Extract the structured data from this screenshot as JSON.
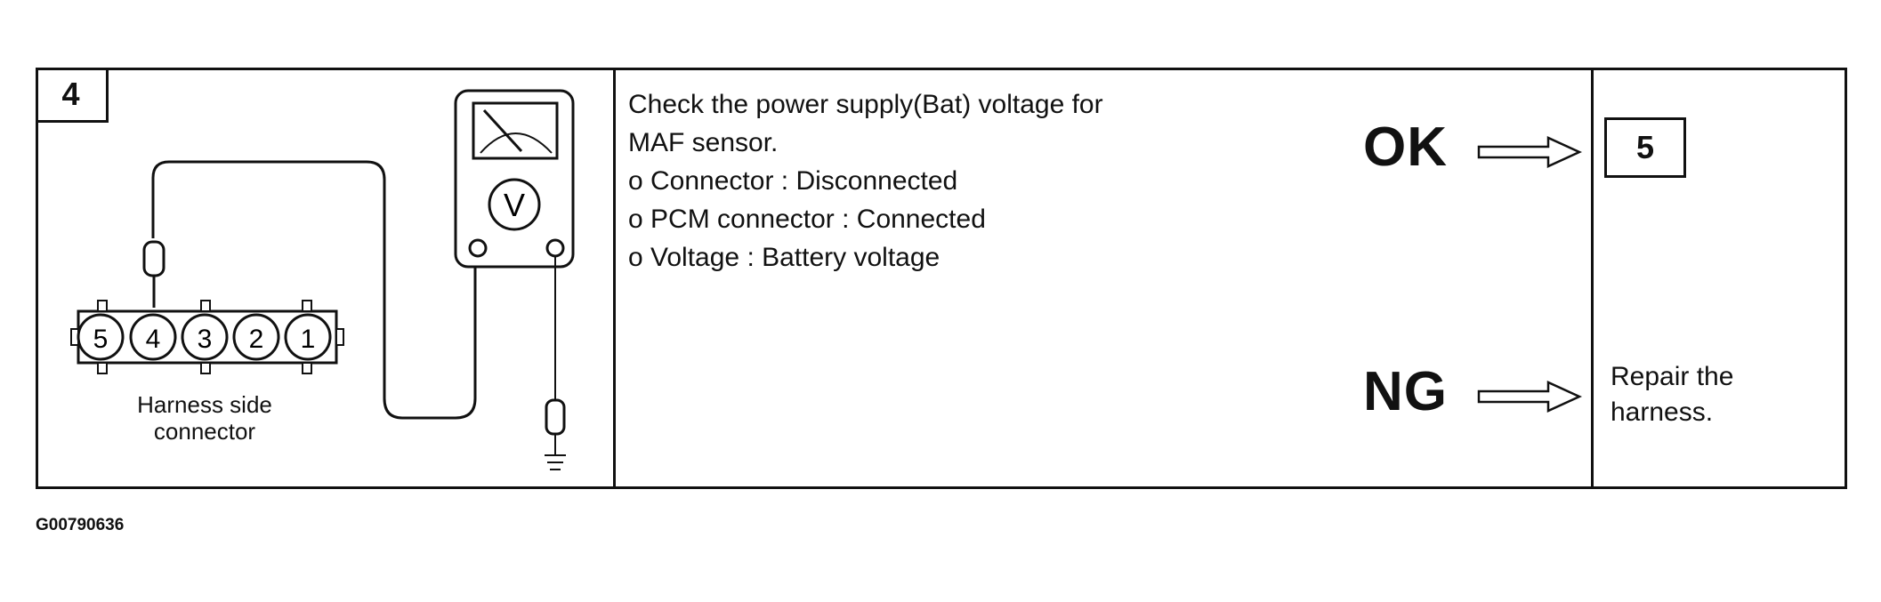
{
  "step": {
    "number": "4"
  },
  "diagram": {
    "connector_pins": [
      "5",
      "4",
      "3",
      "2",
      "1"
    ],
    "connector_caption_line1": "Harness side",
    "connector_caption_line2": "connector",
    "meter_symbol": "V"
  },
  "instruction": {
    "line1": "Check the power supply(Bat) voltage for",
    "line2": "MAF sensor.",
    "items": [
      "o  Connector : Disconnected",
      "o  PCM connector : Connected",
      "o  Voltage : Battery voltage"
    ]
  },
  "results": {
    "ok_label": "OK",
    "ng_label": "NG"
  },
  "outcomes": {
    "ok_next_step": "5",
    "ng_action_line1": "Repair the",
    "ng_action_line2": "harness."
  },
  "figure_id": "G00790636"
}
